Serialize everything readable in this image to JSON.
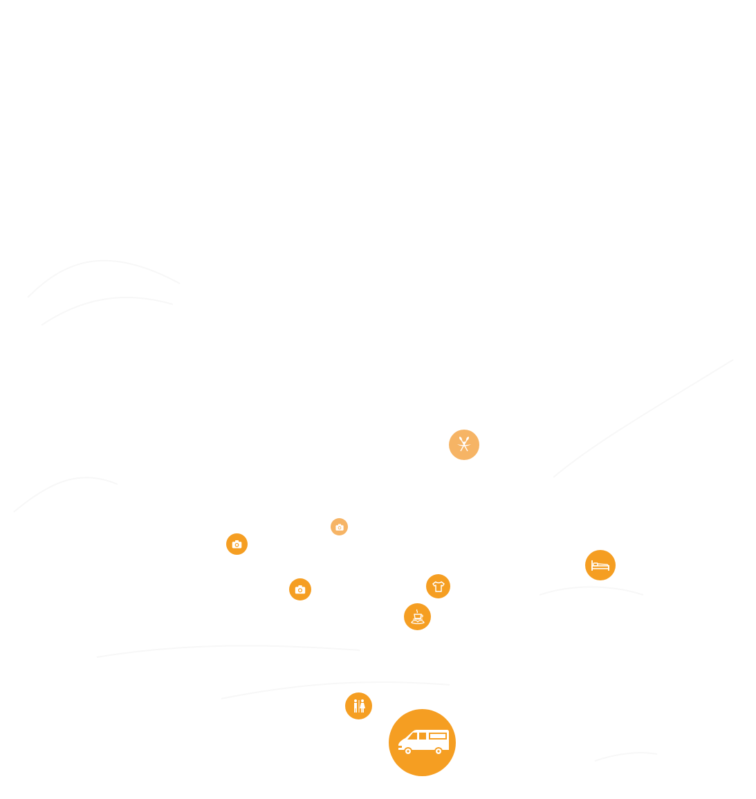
{
  "map": {
    "background": "#ffffff",
    "terrain_color": "#fbfbfb"
  },
  "colors": {
    "marker_primary": "#f59e22",
    "marker_light": "#f6b465",
    "icon_fill": "#ffffff"
  },
  "markers": [
    {
      "id": "kayak",
      "icon": "kayak-icon",
      "category": "water-activity"
    },
    {
      "id": "photo-1",
      "icon": "camera-icon",
      "category": "viewpoint"
    },
    {
      "id": "photo-2",
      "icon": "camera-icon",
      "category": "viewpoint"
    },
    {
      "id": "photo-3",
      "icon": "camera-icon",
      "category": "viewpoint"
    },
    {
      "id": "shop",
      "icon": "tshirt-icon",
      "category": "shop"
    },
    {
      "id": "hotel",
      "icon": "bed-icon",
      "category": "accommodation"
    },
    {
      "id": "cafe",
      "icon": "coffee-croissant-icon",
      "category": "cafe"
    },
    {
      "id": "toilets",
      "icon": "restroom-icon",
      "category": "toilets"
    },
    {
      "id": "van",
      "icon": "van-icon",
      "category": "tour-start"
    }
  ]
}
